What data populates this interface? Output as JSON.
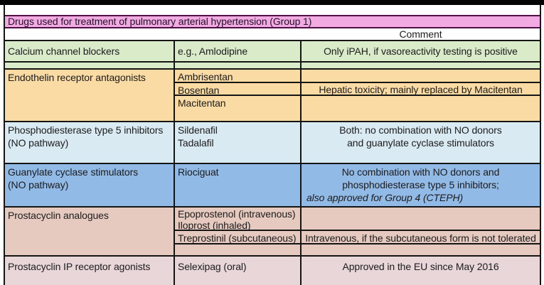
{
  "table": {
    "title": "Drugs used for treatment of pulmonary arterial hypertension (Group 1)",
    "comment_header": "Comment",
    "colors": {
      "title_bg": "#F2ABE2",
      "title_border": "#4D1145",
      "green": "#DAEBC9",
      "orange": "#FADBA3",
      "light_blue": "#D9EAF3",
      "medium_blue": "#92BAE6",
      "salmon": "#E6C9BF",
      "light_pink": "#E8D6D8",
      "border": "#151515",
      "top_bar": "#050505"
    },
    "blocks": {
      "calcium": {
        "class_label": "Calcium channel blockers",
        "drug": "e.g., Amlodipine",
        "comment": "Only iPAH, if vasoreactivity testing is positive"
      },
      "endothelin": {
        "class_label": "Endothelin receptor antagonists",
        "rows": [
          {
            "drug": "Ambrisentan",
            "comment": ""
          },
          {
            "drug": "Bosentan",
            "comment": "Hepatic toxicity; mainly replaced by Macitentan"
          },
          {
            "drug": "Macitentan",
            "comment": ""
          }
        ]
      },
      "pde5": {
        "class_label_lines": [
          "Phosphodiesterase type 5 inhibitors",
          "(NO pathway)"
        ],
        "drug_lines": [
          "Sildenafil",
          "Tadalafil"
        ],
        "comment_lines": [
          "Both: no combination with NO donors",
          "and guanylate cyclase stimulators"
        ]
      },
      "guanylate": {
        "class_label_lines": [
          "Guanylate cyclase stimulators",
          "(NO pathway)"
        ],
        "drug": "Riociguat",
        "comment_lines": [
          "No combination with NO donors and",
          "phosphodiesterase type 5 inhibitors;"
        ],
        "comment_italic": "also approved for Group 4 (CTEPH)"
      },
      "prostacyclin_analogues": {
        "class_label": "Prostacyclin analogues",
        "rows": [
          {
            "drug_lines": [
              "Epoprostenol (intravenous)",
              "Iloprost (inhaled)"
            ],
            "comment": ""
          },
          {
            "drug": "Treprostinil (subcutaneous)",
            "comment": "Intravenous, if the subcutaneous form is not tolerated"
          },
          {
            "drug": "",
            "comment": ""
          }
        ]
      },
      "ip_agonists": {
        "class_label": "Prostacyclin IP receptor agonists",
        "drug": "Selexipag (oral)",
        "comment": "Approved in the EU since May 2016"
      }
    }
  }
}
